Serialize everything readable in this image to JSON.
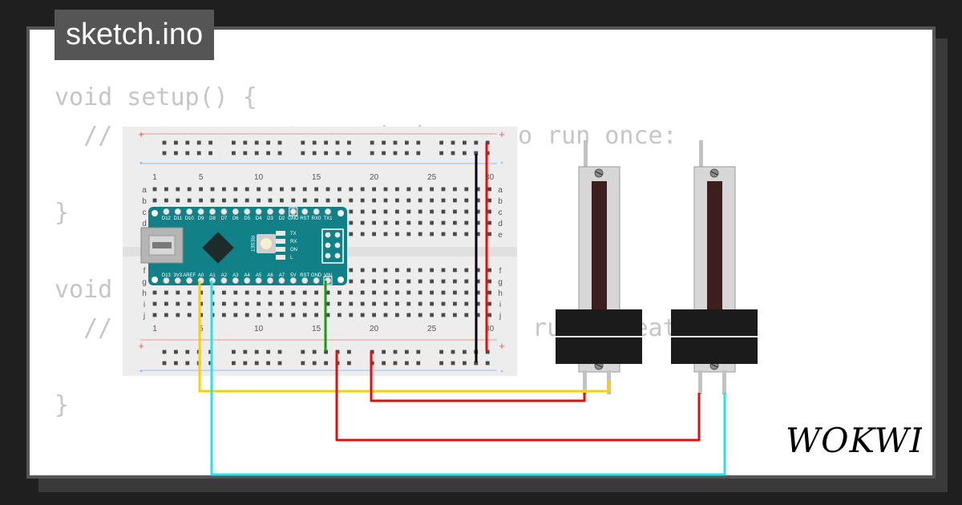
{
  "header": {
    "filename": "sketch.ino"
  },
  "code": {
    "lines": [
      "void setup() {",
      "  // put your setup code here, to run once:",
      "",
      "}",
      "",
      "void loop() {",
      "  // put your main code here, to run repeatedly:",
      "",
      "}"
    ]
  },
  "breadboard": {
    "column_numbers": [
      "1",
      "5",
      "10",
      "15",
      "20",
      "25",
      "30"
    ],
    "row_letters_top": [
      "a",
      "b",
      "c",
      "d",
      "e"
    ],
    "row_letters_bottom": [
      "f",
      "g",
      "h",
      "i",
      "j"
    ],
    "rail_plus": "+",
    "rail_minus": "-"
  },
  "arduino": {
    "board": "Arduino Nano",
    "reset_label": "RESET",
    "top_pins": [
      "D12",
      "D11",
      "D10",
      "D9",
      "D8",
      "D7",
      "D6",
      "D5",
      "D4",
      "D3",
      "D2",
      "GND",
      "RST",
      "RX0",
      "TX1"
    ],
    "bottom_pins": [
      "D13",
      "3V3",
      "AREF",
      "A0",
      "A1",
      "A2",
      "A3",
      "A4",
      "A5",
      "A6",
      "A7",
      "5V",
      "RST",
      "GND",
      "VIN"
    ],
    "led_labels": [
      "TX",
      "RX",
      "ON",
      "L"
    ]
  },
  "components": {
    "slide_potentiometers": 2
  },
  "wires": [
    {
      "name": "yellow",
      "color": "#ffd000"
    },
    {
      "name": "cyan",
      "color": "#22e4f0"
    },
    {
      "name": "red",
      "color": "#e11010"
    },
    {
      "name": "green",
      "color": "#10a010"
    },
    {
      "name": "black",
      "color": "#000000"
    }
  ],
  "brand": {
    "logo_text": "WOKWI"
  }
}
